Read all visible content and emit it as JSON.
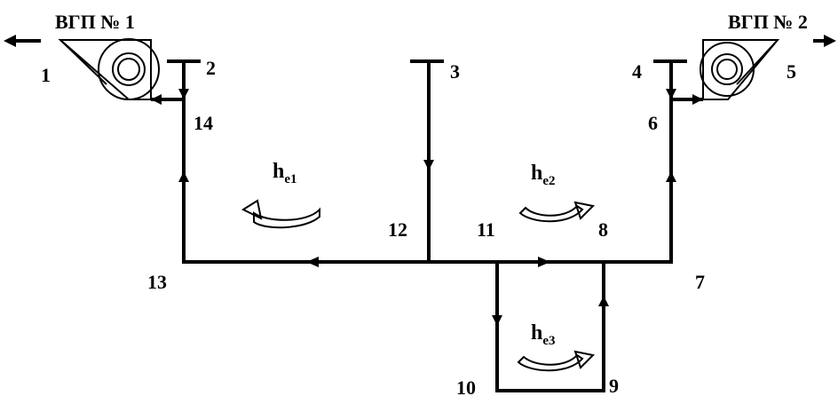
{
  "fans": [
    {
      "id": "fan1",
      "title": "ВГП № 1"
    },
    {
      "id": "fan2",
      "title": "ВГП № 2"
    }
  ],
  "nodes": [
    "1",
    "2",
    "3",
    "4",
    "5",
    "6",
    "7",
    "8",
    "9",
    "10",
    "11",
    "12",
    "13",
    "14"
  ],
  "depressions": [
    {
      "id": "he1",
      "base": "h",
      "sub": "e1"
    },
    {
      "id": "he2",
      "base": "h",
      "sub": "e2"
    },
    {
      "id": "he3",
      "base": "h",
      "sub": "e3"
    }
  ]
}
